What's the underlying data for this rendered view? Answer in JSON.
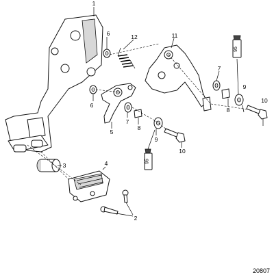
{
  "callouts": {
    "c1": "1",
    "c2": "2",
    "c3": "3",
    "c4": "4",
    "c5": "5",
    "c6a": "6",
    "c6b": "6",
    "c7a": "7",
    "c7b": "7",
    "c8a": "8",
    "c8b": "8",
    "c9a": "9",
    "c9b": "9",
    "c10a": "10",
    "c10b": "10",
    "c11": "11",
    "c12": "12"
  },
  "tube_label": "95",
  "figure_number": "20807"
}
